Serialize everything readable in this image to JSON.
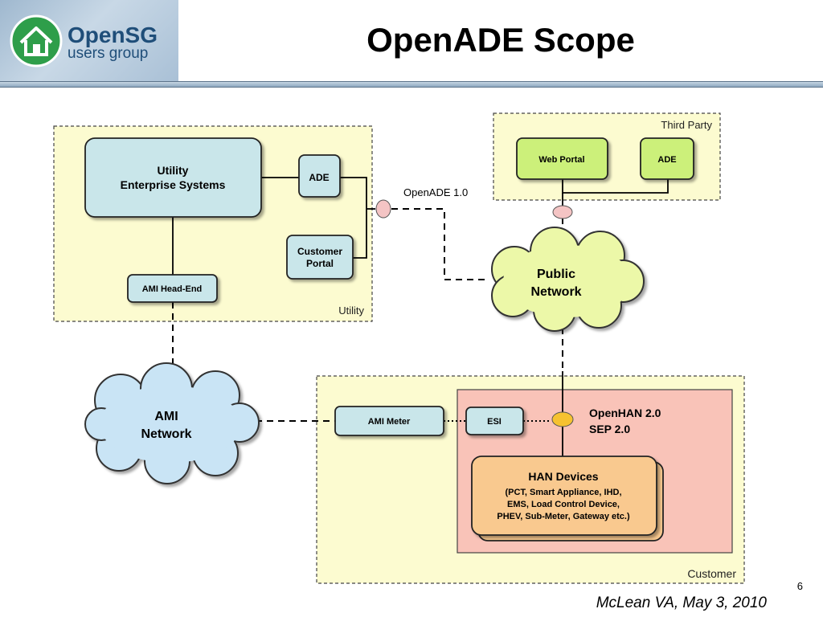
{
  "logo": {
    "line1": "OpenSG",
    "line2": "users group"
  },
  "title": "OpenADE Scope",
  "regions": {
    "utility": "Utility",
    "third_party": "Third Party",
    "customer": "Customer"
  },
  "nodes": {
    "utility_enterprise": [
      "Utility",
      "Enterprise Systems"
    ],
    "ade_utility": "ADE",
    "customer_portal": [
      "Customer",
      "Portal"
    ],
    "ami_headend": "AMI Head-End",
    "web_portal": "Web Portal",
    "ade_third_party": "ADE",
    "public_network": [
      "Public",
      "Network"
    ],
    "ami_network": [
      "AMI",
      "Network"
    ],
    "ami_meter": "AMI Meter",
    "esi": "ESI",
    "han_devices": {
      "title": "HAN Devices",
      "lines": [
        "(PCT, Smart Appliance, IHD,",
        "EMS, Load Control  Device,",
        "PHEV, Sub-Meter, Gateway etc.)"
      ]
    }
  },
  "labels": {
    "openade": "OpenADE 1.0",
    "openhan": "OpenHAN 2.0",
    "sep": "SEP 2.0"
  },
  "colors": {
    "utility_bg": "#fcfbd0",
    "customer_bg": "#fcfbd0",
    "han_bg": "#f9c3b8",
    "box_fill": "#c9e6ea",
    "green_fill": "#ccf07a",
    "cloud_green": "#ecf8a8",
    "cloud_blue": "#c9e4f5",
    "han_fill": "#f9c98f",
    "connector_pink": "#f4c4c4",
    "connector_orange": "#f6c230"
  },
  "page_number": "6",
  "footer": "McLean VA, May 3, 2010"
}
